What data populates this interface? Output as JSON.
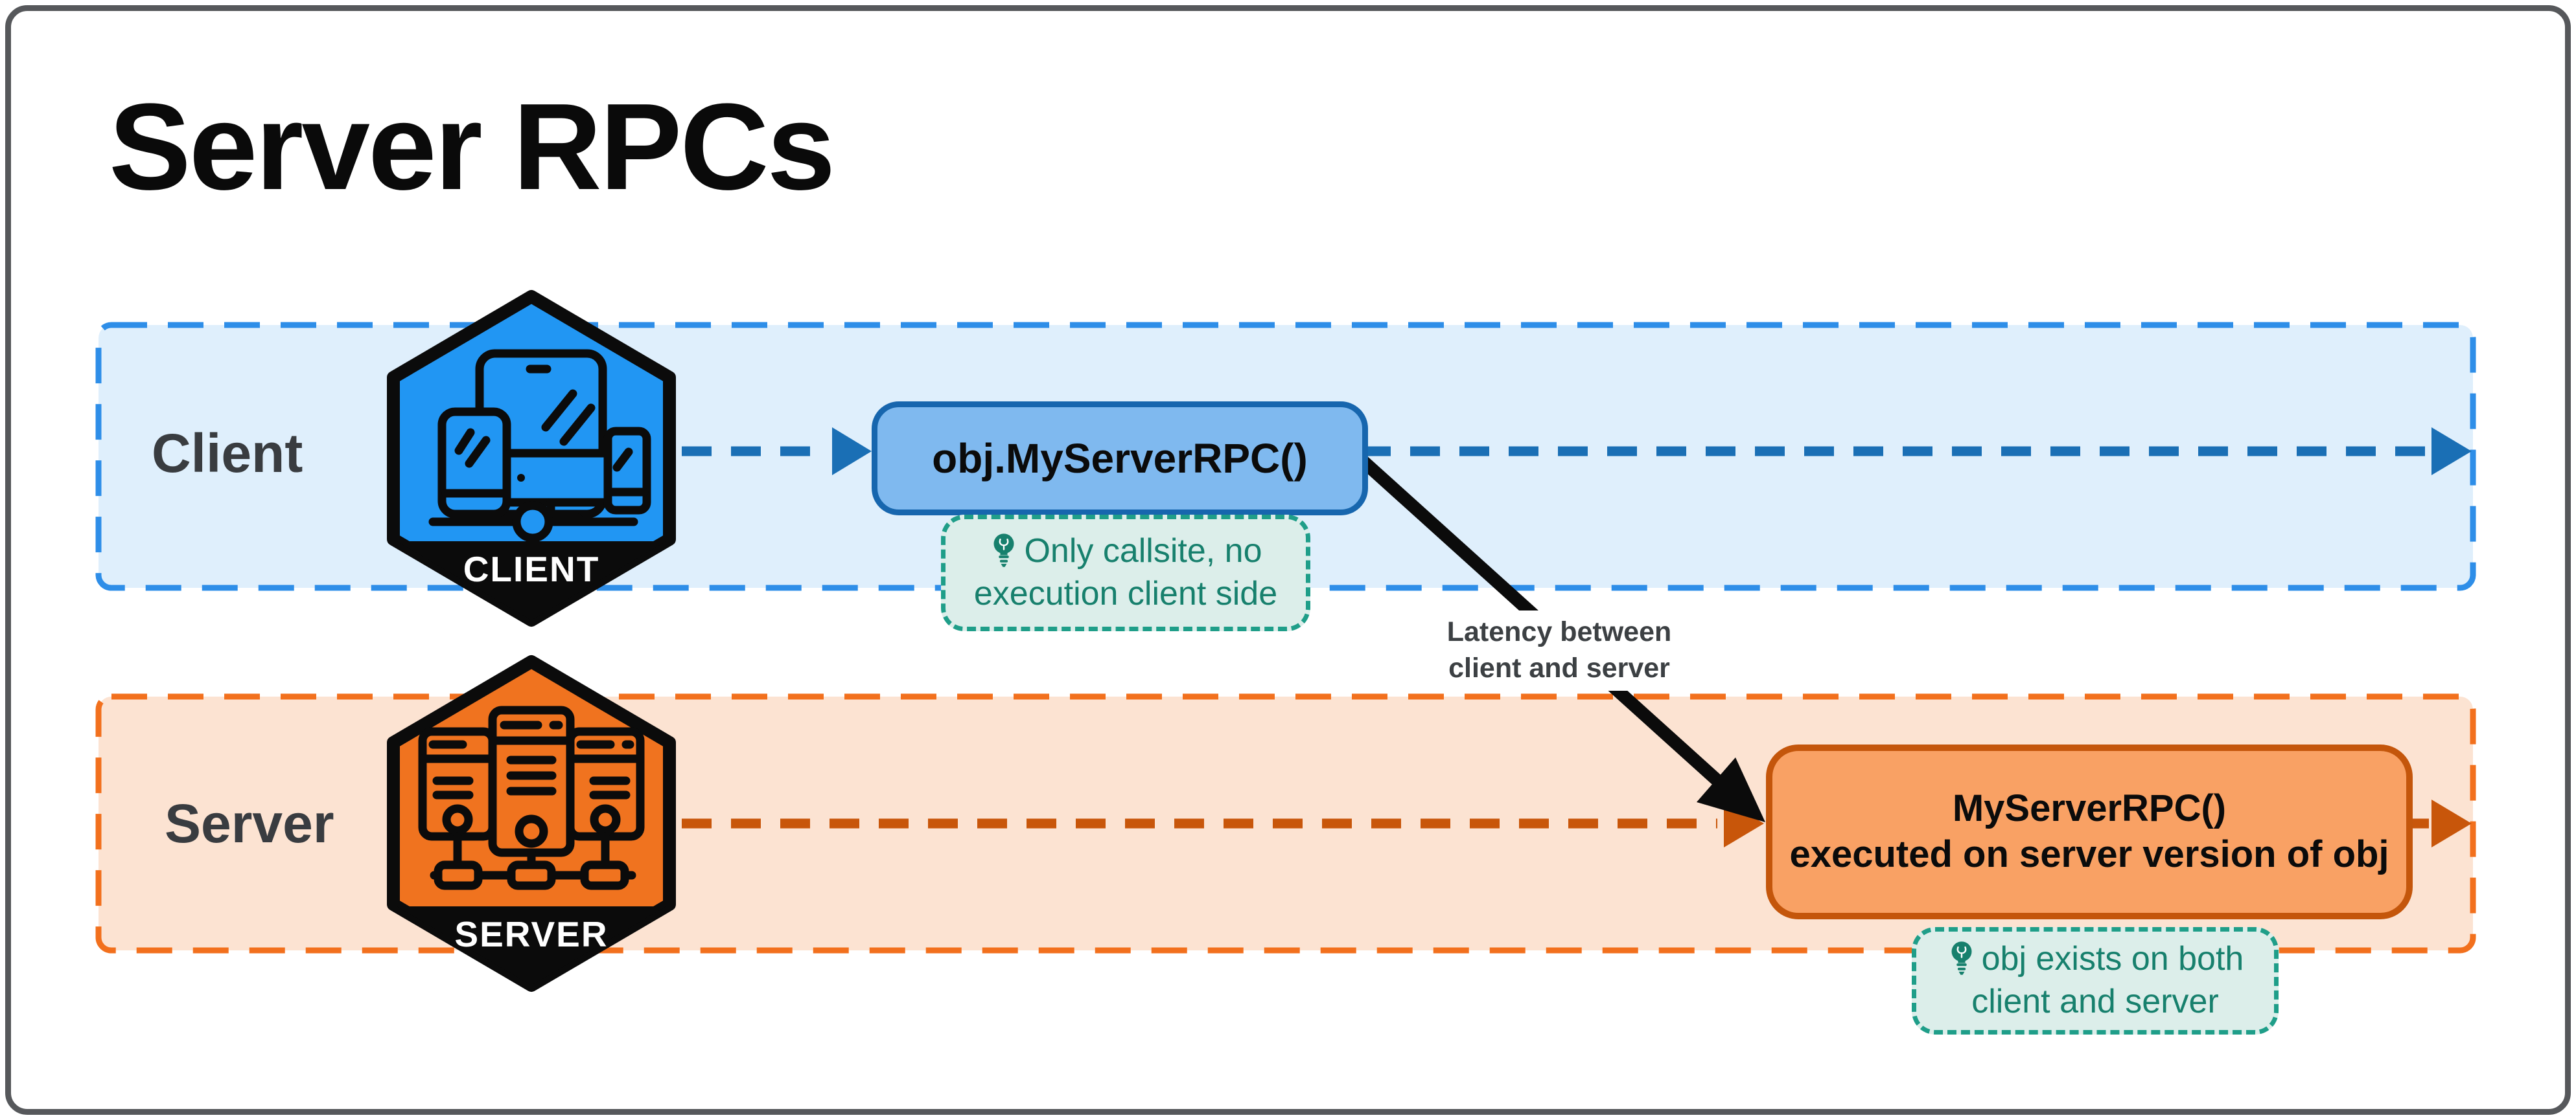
{
  "title": "Server RPCs",
  "lanes": {
    "client": {
      "label": "Client"
    },
    "server": {
      "label": "Server"
    }
  },
  "hexagons": {
    "client": {
      "badge": "CLIENT",
      "icon": "client-devices-icon"
    },
    "server": {
      "badge": "SERVER",
      "icon": "server-rack-icon"
    }
  },
  "nodes": {
    "client_call": {
      "label": "obj.MyServerRPC()"
    },
    "server_exec": {
      "line1": "MyServerRPC()",
      "line2": "executed on server version of obj"
    }
  },
  "callouts": {
    "client": {
      "icon": "lightbulb-icon",
      "line1": "Only callsite, no",
      "line2": "execution client side"
    },
    "server": {
      "icon": "lightbulb-icon",
      "line1": "obj exists on both",
      "line2": "client and server"
    }
  },
  "arrow_label": {
    "line1": "Latency between",
    "line2": "client and server"
  },
  "colors": {
    "client_hex_fill": "#2196f3",
    "client_lane_fill": "#dfeffc",
    "client_lane_border": "#2e8ee8",
    "client_arrow": "#1a6fb5",
    "client_box_fill": "#7fb9ef",
    "client_box_border": "#1766ae",
    "server_hex_fill": "#f0731f",
    "server_lane_fill": "#fce3d2",
    "server_lane_border": "#f2701d",
    "server_arrow": "#c8560a",
    "server_box_fill": "#f9a164",
    "server_box_border": "#c4560b",
    "callout_fill": "#dceeea",
    "callout_border": "#1f9e89",
    "callout_text": "#17806d",
    "latency_arrow": "#0b0b0b",
    "frame_border": "#56585b"
  }
}
